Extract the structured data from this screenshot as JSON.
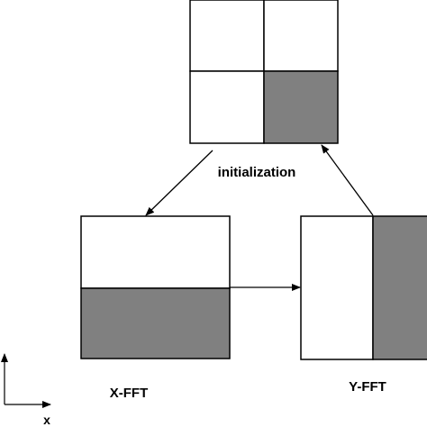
{
  "labels": {
    "initialization": "initialization",
    "x_fft": "X-FFT",
    "y_fft": "Y-FFT",
    "axis_x": "x"
  },
  "colors": {
    "shaded": "#808080",
    "outline": "#000000",
    "background": "#ffffff"
  }
}
